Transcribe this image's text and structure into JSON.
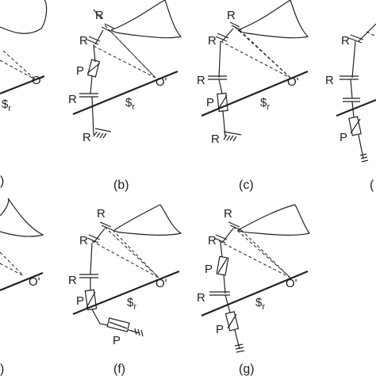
{
  "labels": {
    "revolute": "R",
    "prismatic": "P",
    "center": "O'",
    "screw": "$",
    "screw_sub": "r"
  },
  "captions": {
    "b": "(b)",
    "c": "(c)",
    "f": "(f)",
    "g": "(g)",
    "left_edge_top": ")",
    "left_edge_bottom": ")",
    "right_edge_top": "("
  },
  "colors": {
    "ink": "#222222",
    "background": "#ffffff"
  }
}
